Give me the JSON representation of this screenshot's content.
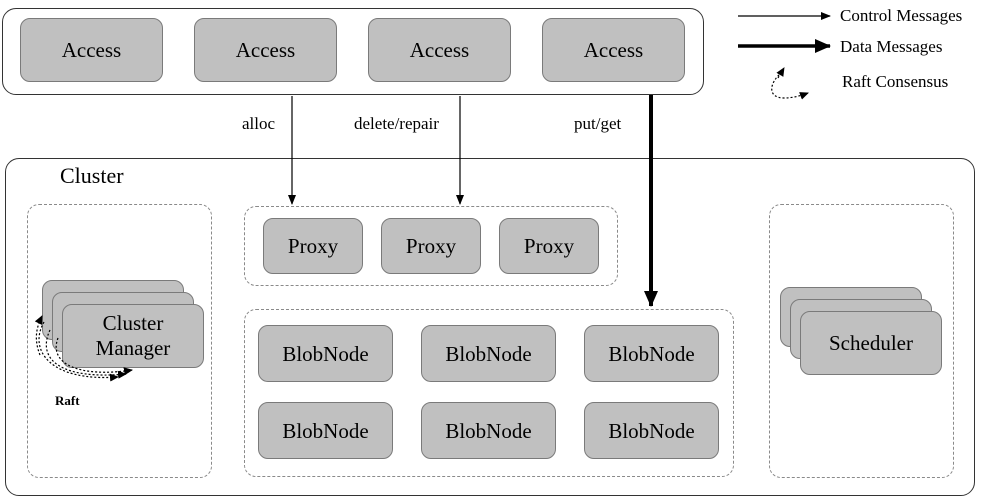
{
  "access": {
    "labels": [
      "Access",
      "Access",
      "Access",
      "Access"
    ]
  },
  "cluster": {
    "title": "Cluster",
    "cluster_manager": "Cluster\nManager",
    "raft_label": "Raft",
    "proxies": [
      "Proxy",
      "Proxy",
      "Proxy"
    ],
    "blobnodes": [
      "BlobNode",
      "BlobNode",
      "BlobNode",
      "BlobNode",
      "BlobNode",
      "BlobNode"
    ],
    "scheduler": "Scheduler"
  },
  "flows": {
    "alloc": "alloc",
    "delete_repair": "delete/repair",
    "put_get": "put/get"
  },
  "legend": {
    "control": "Control Messages",
    "data": "Data Messages",
    "raft": "Raft Consensus"
  },
  "colors": {
    "node_fill": "#c0c0c0",
    "node_border": "#7a7a7a",
    "line": "#000000",
    "dashed_border": "#8a8a8a"
  }
}
